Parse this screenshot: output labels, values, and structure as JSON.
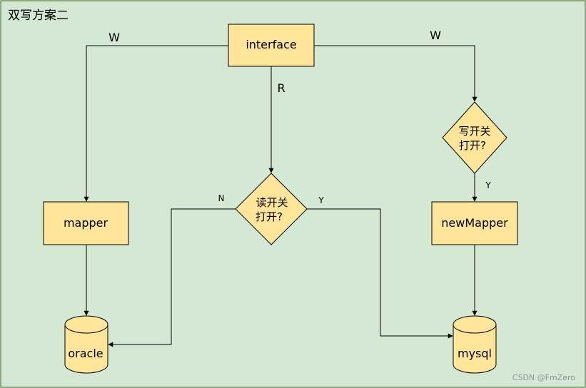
{
  "diagram": {
    "title": "双写方案二",
    "nodes": {
      "interface": "interface",
      "mapper": "mapper",
      "newMapper": "newMapper",
      "oracle": "oracle",
      "mysql": "mysql",
      "read_switch": [
        "读开关",
        "打开?"
      ],
      "write_switch": [
        "写开关",
        "打开?"
      ]
    },
    "edge_labels": {
      "write_left": "W",
      "write_right": "W",
      "read": "R",
      "read_no": "N",
      "read_yes": "Y",
      "write_yes": "Y"
    },
    "watermark": "CSDN @FmZero"
  },
  "colors": {
    "background": "#d5e8d4",
    "border": "#6a8e5a",
    "node_fill": "#ffe599",
    "node_stroke": "#000000",
    "edge": "#000000",
    "watermark": "#9aa49a"
  }
}
